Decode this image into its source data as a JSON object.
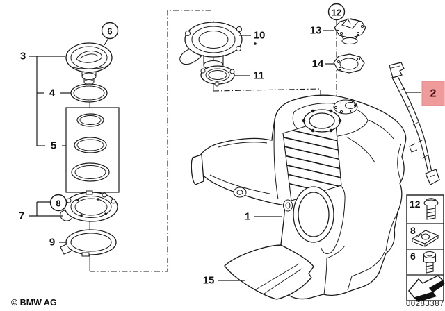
{
  "diagram": {
    "type": "exploded-parts-diagram",
    "background_color": "#ffffff",
    "line_color": "#1a1a1a",
    "highlight_color": "#ef9b9c",
    "highlighted_part": "2"
  },
  "callouts": {
    "part1": "1",
    "part2": "2",
    "part3": "3",
    "part4": "4",
    "part5": "5",
    "part6": "6",
    "part7": "7",
    "part8": "8",
    "part9": "9",
    "part10": "10",
    "part11": "11",
    "part12": "12",
    "part13": "13",
    "part14": "14",
    "part15": "15"
  },
  "legend": {
    "items": [
      {
        "number": "12",
        "icon": "flange-bolt-icon"
      },
      {
        "number": "8",
        "icon": "clip-nut-icon"
      },
      {
        "number": "6",
        "icon": "socket-head-bolt-icon"
      },
      {
        "number": "",
        "icon": "direction-arrow-icon"
      }
    ]
  },
  "footer": {
    "copyright": "© BMW AG",
    "document_number": "00283387"
  }
}
